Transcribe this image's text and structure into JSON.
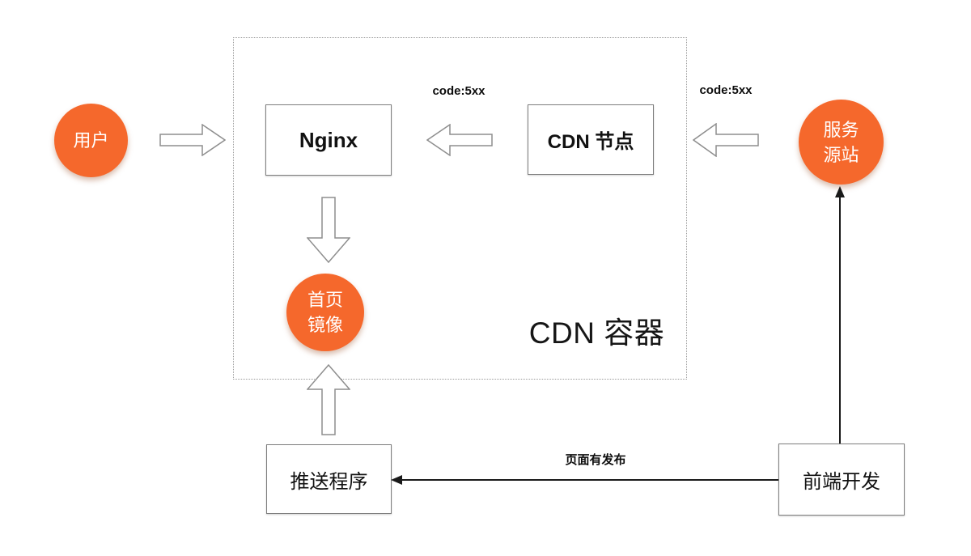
{
  "diagram": {
    "container_label": "CDN 容器",
    "nodes": {
      "user": {
        "label": "用户",
        "shape": "circle"
      },
      "nginx": {
        "label": "Nginx",
        "shape": "box"
      },
      "cdn_node": {
        "label": "CDN 节点",
        "shape": "box"
      },
      "origin": {
        "line1": "服务",
        "line2": "源站",
        "shape": "circle"
      },
      "home_mirror": {
        "line1": "首页",
        "line2": "镜像",
        "shape": "circle"
      },
      "push_program": {
        "label": "推送程序",
        "shape": "box"
      },
      "frontend_dev": {
        "label": "前端开发",
        "shape": "box"
      }
    },
    "edges": [
      {
        "id": "user-to-nginx",
        "type": "hollow-arrow-right",
        "label": ""
      },
      {
        "id": "cdn-node-to-nginx",
        "type": "hollow-arrow-left",
        "label": "code:5xx"
      },
      {
        "id": "origin-to-cdn-node",
        "type": "hollow-arrow-left",
        "label": "code:5xx"
      },
      {
        "id": "nginx-to-home-mirror",
        "type": "hollow-arrow-down",
        "label": ""
      },
      {
        "id": "push-program-to-home-mirror",
        "type": "hollow-arrow-up",
        "label": ""
      },
      {
        "id": "frontend-dev-to-push-program",
        "type": "line-arrow-left",
        "label": "页面有发布"
      },
      {
        "id": "frontend-dev-to-origin",
        "type": "line-arrow-up",
        "label": ""
      }
    ],
    "colors": {
      "accent_orange": "#F5682C",
      "circle_text": "#FFFFFF",
      "box_border": "#7E7E7E",
      "hollow_arrow_outline": "#8E8E8E",
      "dotted_border": "#9B9B9B",
      "line_arrow": "#1A1A1A",
      "text": "#111111"
    }
  }
}
